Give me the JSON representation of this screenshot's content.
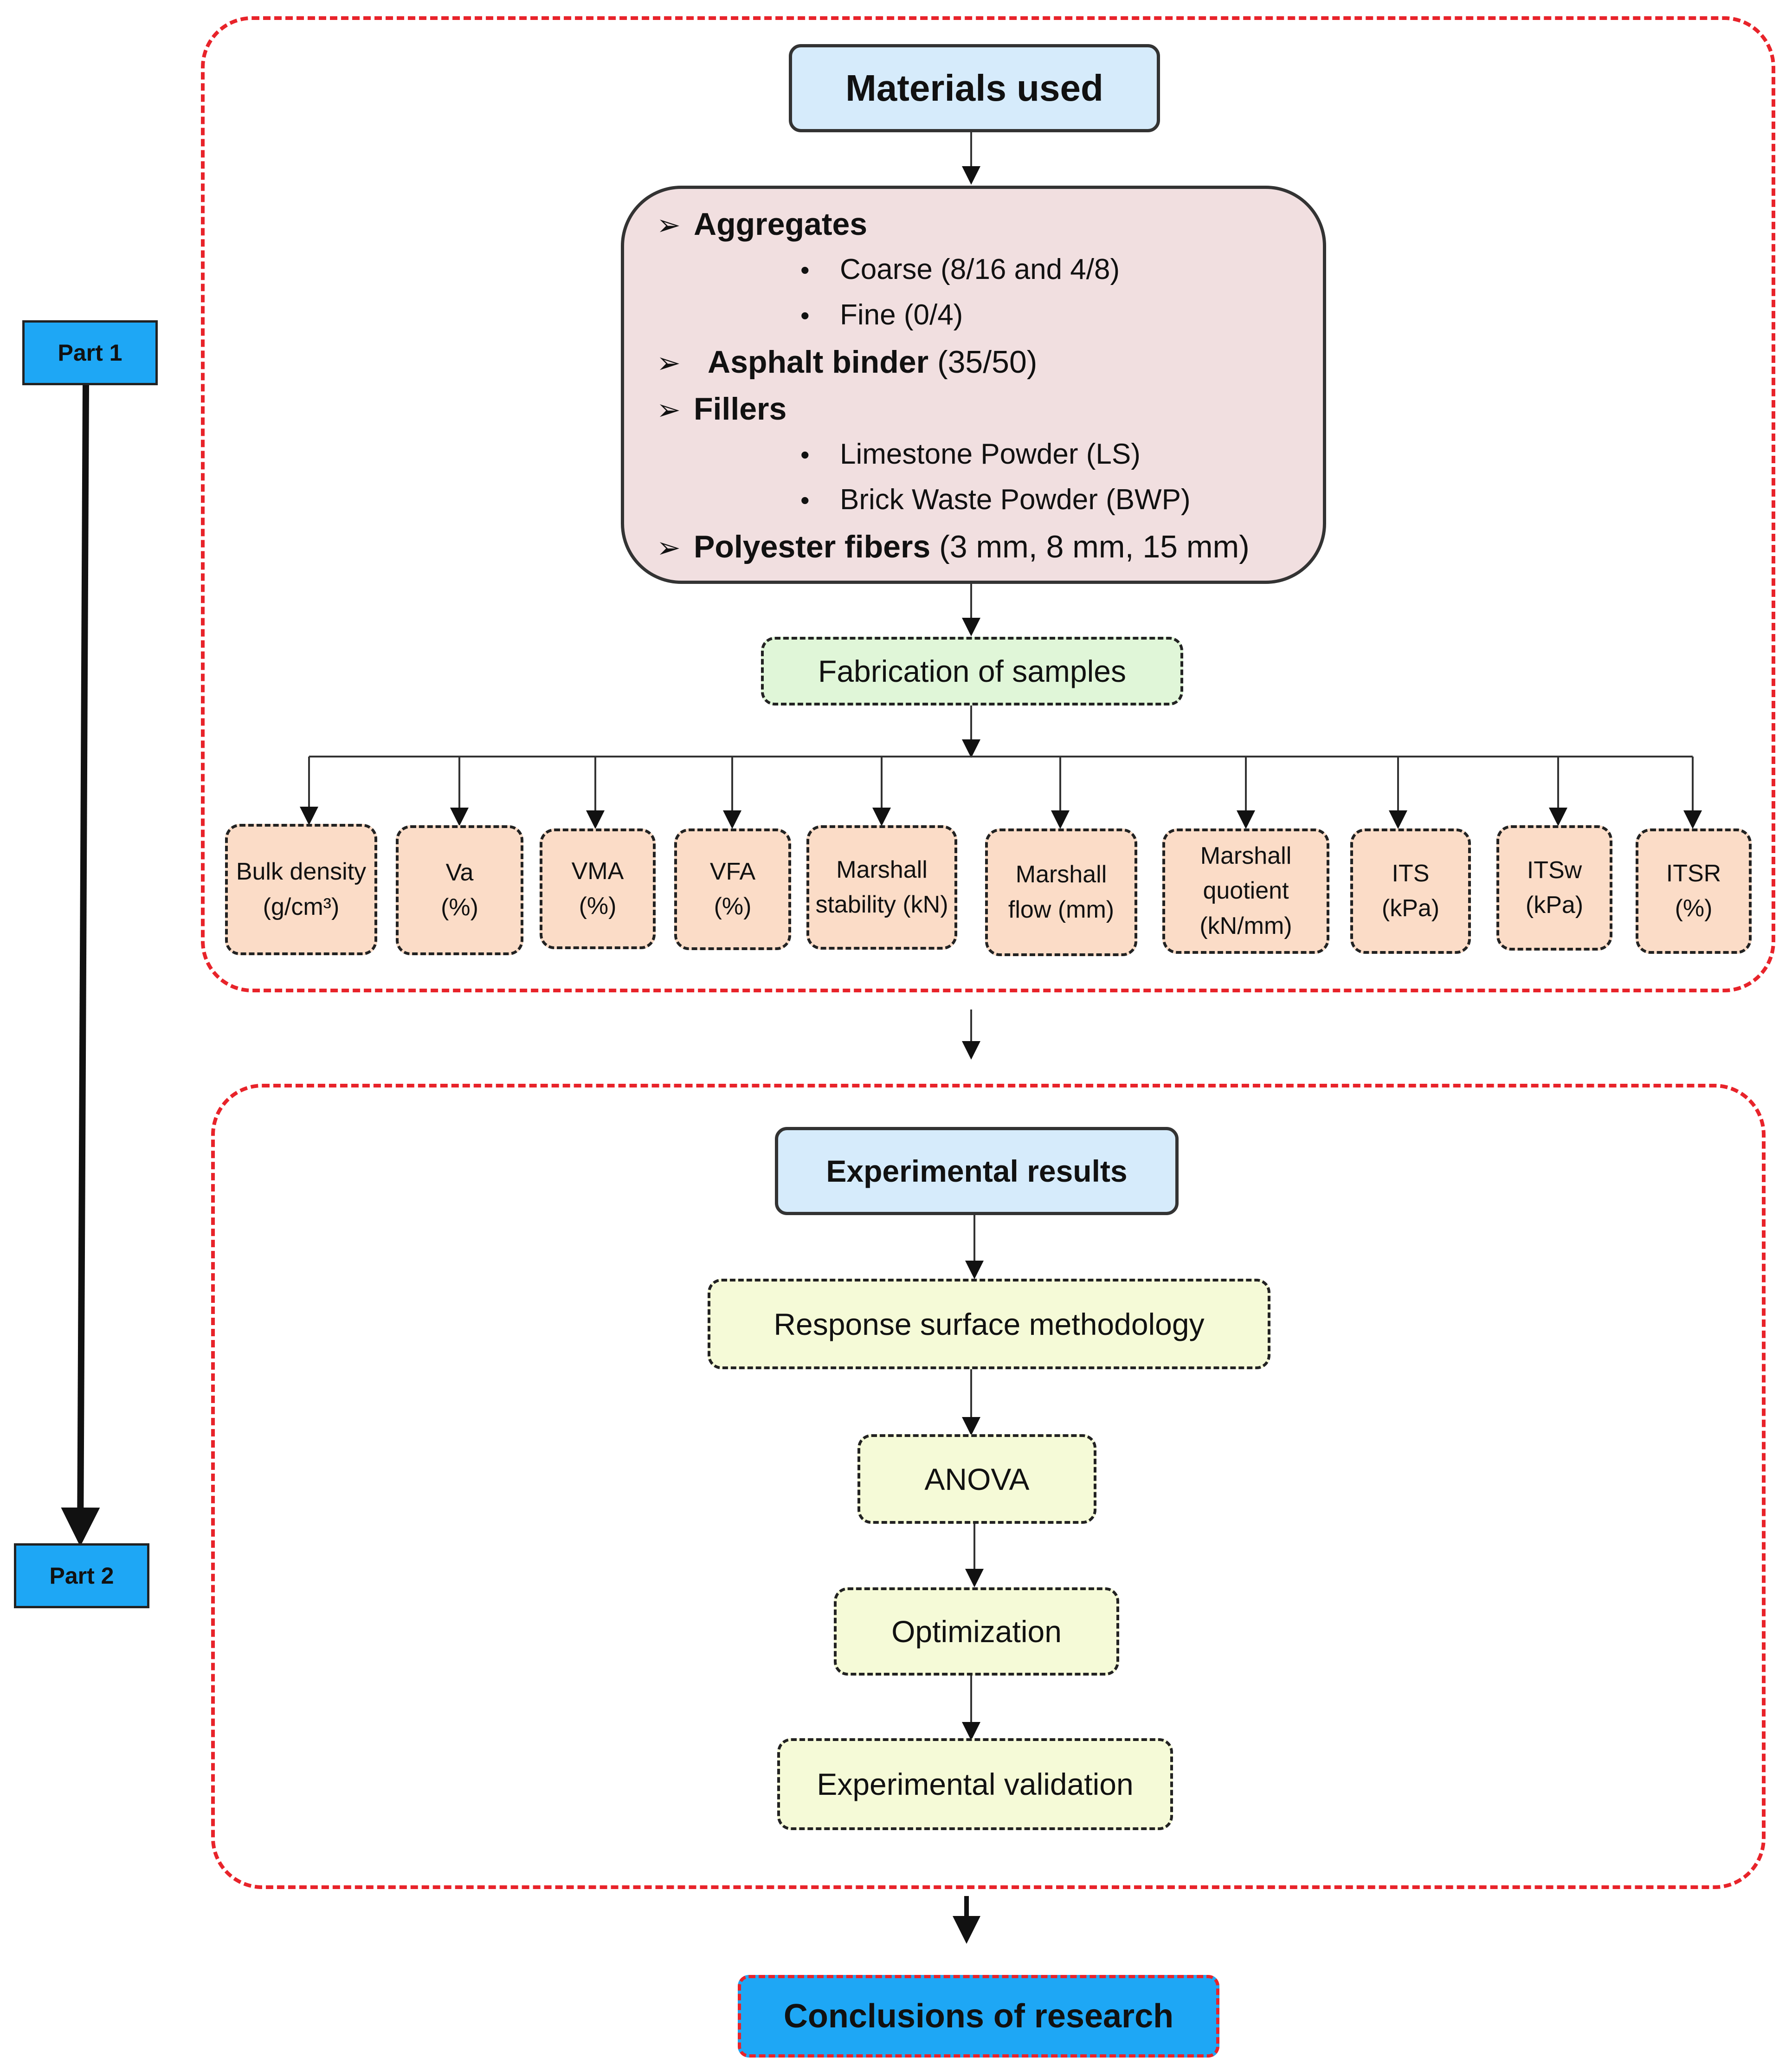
{
  "parts": {
    "part1_label": "Part 1",
    "part2_label": "Part 2"
  },
  "materials": {
    "title": "Materials used",
    "items": [
      {
        "label": "Aggregates",
        "detail": ""
      },
      {
        "label": "Asphalt binder",
        "detail": "(35/50)"
      },
      {
        "label": "Fillers",
        "detail": ""
      },
      {
        "label": "Polyester fibers",
        "detail": "(3 mm, 8 mm, 15 mm)"
      }
    ],
    "aggregates_sub": [
      "Coarse (8/16 and 4/8)",
      "Fine (0/4)"
    ],
    "fillers_sub": [
      "Limestone Powder (LS)",
      "Brick Waste Powder (BWP)"
    ]
  },
  "fabrication": "Fabrication of samples",
  "tests": [
    "Bulk density (g/cm³)",
    "Va (%)",
    "VMA (%)",
    "VFA (%)",
    "Marshall stability (kN)",
    "Marshall flow (mm)",
    "Marshall quotient (kN/mm)",
    "ITS (kPa)",
    "ITSw (kPa)",
    "ITSR (%)"
  ],
  "part2": {
    "title": "Experimental results",
    "steps": [
      "Response surface methodology",
      "ANOVA",
      "Optimization",
      "Experimental validation"
    ]
  },
  "conclusion": "Conclusions of research",
  "colors": {
    "frame": "#e8232a",
    "part_tag": "#1ea7f5",
    "heading": "#d6ebfb",
    "materials": "#f1dfe0",
    "fabrication": "#e0f6d8",
    "tests": "#fbdcc7",
    "steps": "#f5fad7"
  }
}
